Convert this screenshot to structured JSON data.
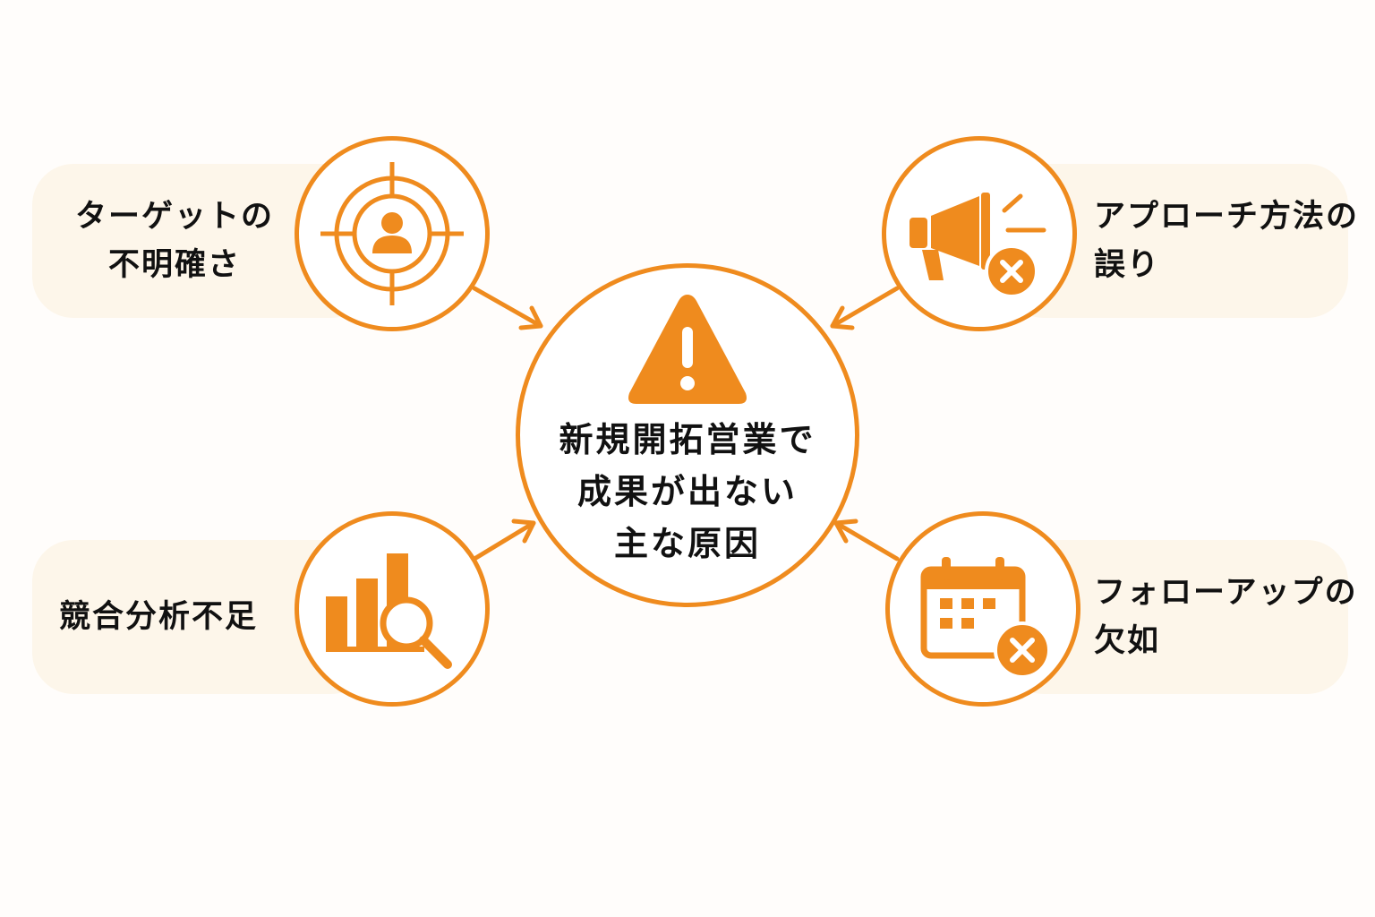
{
  "colors": {
    "accent": "#ef8b1e",
    "pill": "#fdf6ea",
    "text": "#111111"
  },
  "center": {
    "icon": "warning-icon",
    "lines": [
      "新規開拓営業で",
      "成果が出ない",
      "主な原因"
    ]
  },
  "causes": [
    {
      "id": "target",
      "icon": "target-person-icon",
      "lines": [
        "ターゲットの",
        "不明確さ"
      ]
    },
    {
      "id": "approach",
      "icon": "megaphone-x-icon",
      "lines": [
        "アプローチ方法の",
        "誤り"
      ]
    },
    {
      "id": "competition",
      "icon": "bar-chart-search-icon",
      "lines": [
        "競合分析不足"
      ]
    },
    {
      "id": "followup",
      "icon": "calendar-x-icon",
      "lines": [
        "フォローアップの",
        "欠如"
      ]
    }
  ]
}
